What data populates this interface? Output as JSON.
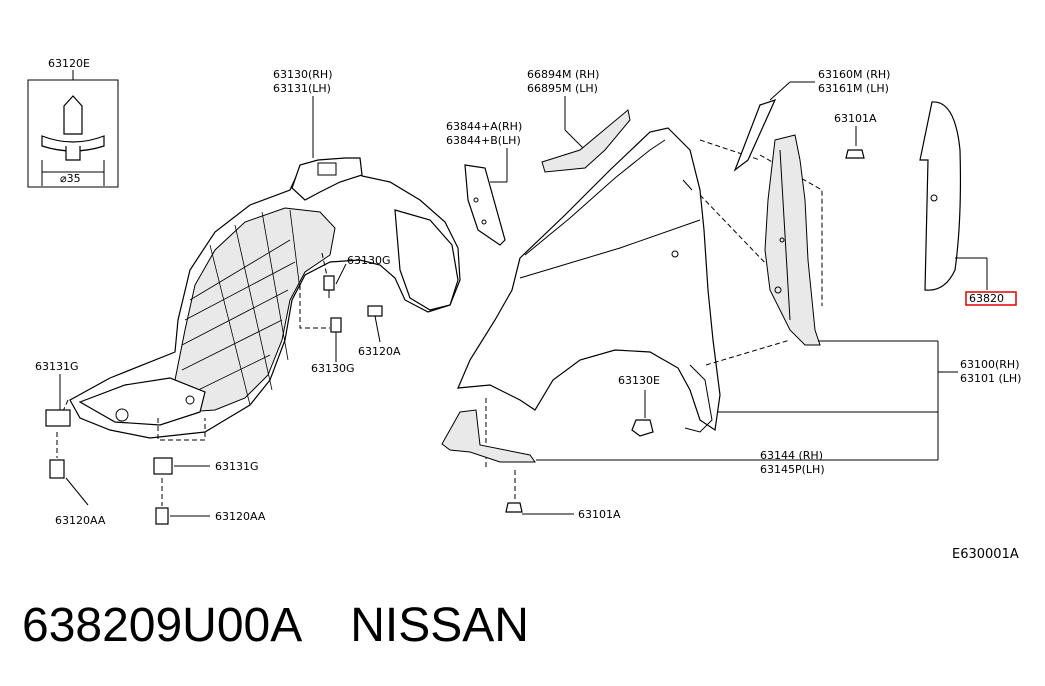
{
  "labels": {
    "l63120E": "63120E",
    "dia": "⌀35",
    "l63130RH": "63130(RH)",
    "l63131LH": "63131(LH)",
    "l66894M": "66894M (RH)",
    "l66895M": "66895M (LH)",
    "l63844A": "63844+A(RH)",
    "l63844B": "63844+B(LH)",
    "l63160M": "63160M (RH)",
    "l63161M": "63161M (LH)",
    "l63101A_top": "63101A",
    "l63820": "63820",
    "l63130G_1": "63130G",
    "l63130G_2": "63130G",
    "l63120A": "63120A",
    "l63131G_1": "63131G",
    "l63131G_2": "63131G",
    "l63120AA_1": "63120AA",
    "l63120AA_2": "63120AA",
    "l63100": "63100(RH)",
    "l63101": "63101 (LH)",
    "l63130E": "63130E",
    "l63144": "63144  (RH)",
    "l63145P": "63145P(LH)",
    "l63101A_bottom": "63101A",
    "diagram_code": "E630001A"
  },
  "footer": {
    "part_number": "638209U00A",
    "brand": "NISSAN"
  },
  "colors": {
    "highlight": "#e00000",
    "ink": "#000000"
  }
}
